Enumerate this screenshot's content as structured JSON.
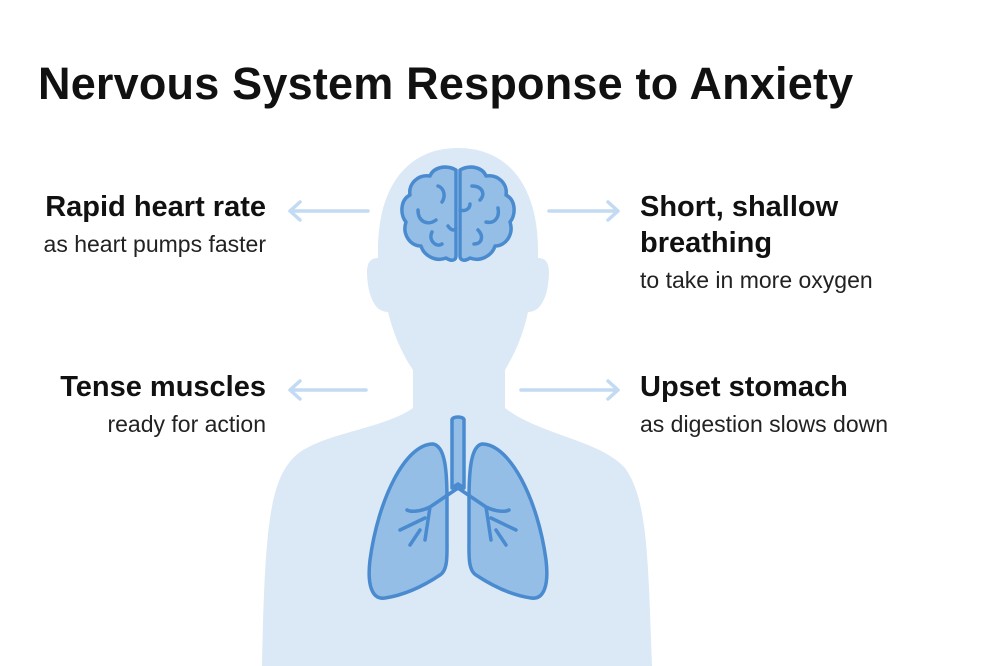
{
  "title": "Nervous System Response to Anxiety",
  "colors": {
    "silhouette": "#dbe8f6",
    "organ_fill": "#94bee6",
    "organ_stroke": "#4a8bd0",
    "arrow": "#c3daf3"
  },
  "responses": [
    {
      "heading": "Rapid heart rate",
      "detail": "as heart pumps faster",
      "side": "left"
    },
    {
      "heading": "Short, shallow breathing",
      "heading_line1": "Short, shallow",
      "heading_line2": "breathing",
      "detail": "to take in more oxygen",
      "side": "right"
    },
    {
      "heading": "Tense muscles",
      "detail": "ready for action",
      "side": "left"
    },
    {
      "heading": "Upset stomach",
      "detail": "as digestion slows down",
      "side": "right"
    }
  ],
  "icons": [
    "human-silhouette",
    "brain-icon",
    "lungs-icon",
    "arrow-left-icon",
    "arrow-right-icon"
  ]
}
